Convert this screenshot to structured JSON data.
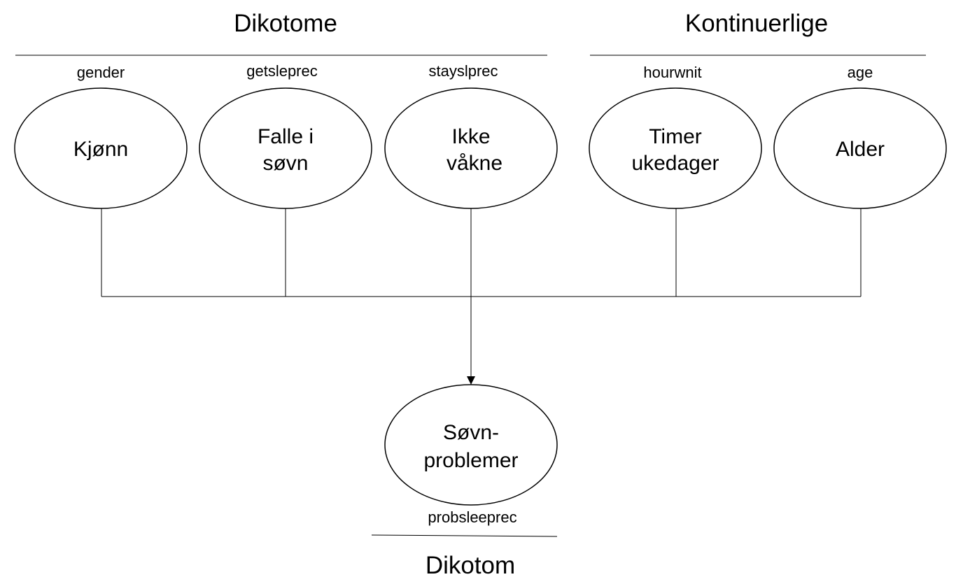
{
  "groups": {
    "dichotomous": {
      "title": "Dikotome"
    },
    "continuous": {
      "title": "Kontinuerlige"
    }
  },
  "nodes": {
    "gender": {
      "code": "gender",
      "label": [
        "Kjønn"
      ]
    },
    "getsleprec": {
      "code": "getsleprec",
      "label": [
        "Falle i",
        "søvn"
      ]
    },
    "stayslprec": {
      "code": "stayslprec",
      "label": [
        "Ikke",
        "våkne"
      ]
    },
    "hourwnit": {
      "code": "hourwnit",
      "label": [
        "Timer",
        "ukedager"
      ]
    },
    "age": {
      "code": "age",
      "label": [
        "Alder"
      ]
    }
  },
  "outcome": {
    "code": "probsleeprec",
    "label": [
      "Søvn-",
      "problemer"
    ],
    "type_label": "Dikotom"
  }
}
